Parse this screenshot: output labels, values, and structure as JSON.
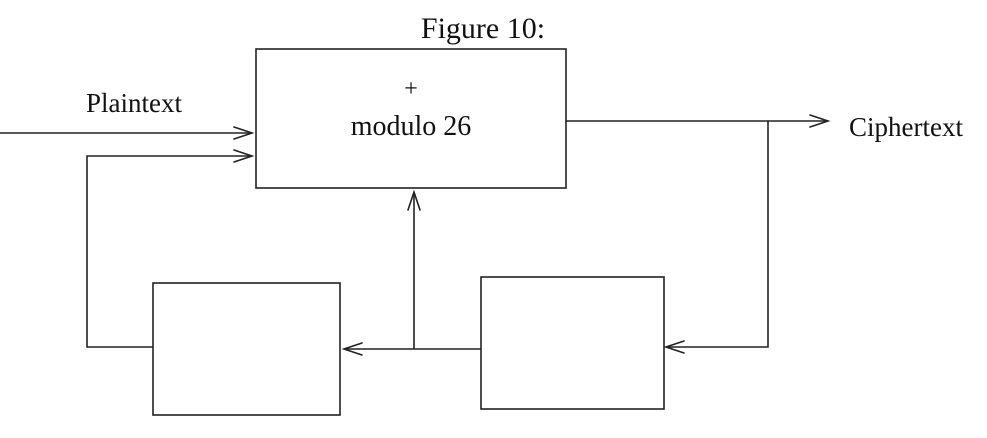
{
  "figure": {
    "caption": "Figure 10:"
  },
  "adder_box": {
    "operator": "+",
    "label": "modulo 26"
  },
  "input": {
    "label": "Plaintext"
  },
  "output": {
    "label": "Ciphertext"
  },
  "colors": {
    "ink": "#222222",
    "background": "#ffffff"
  }
}
